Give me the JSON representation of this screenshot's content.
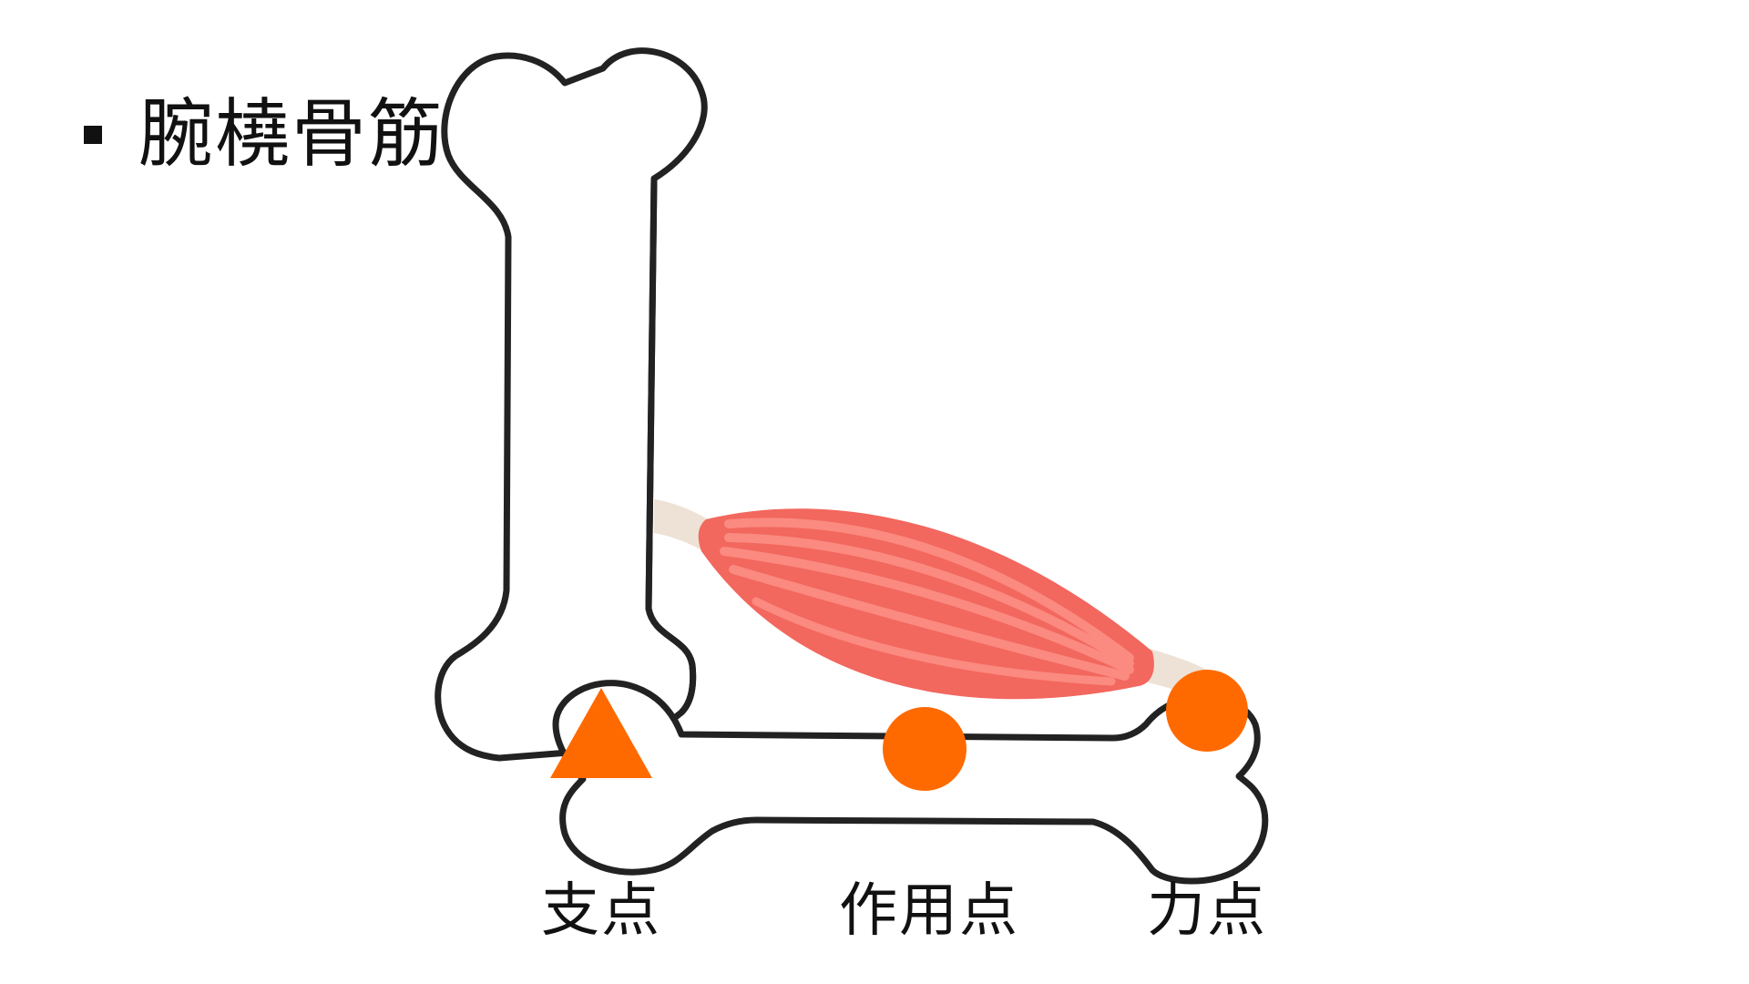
{
  "slide": {
    "title": "腕橈骨筋",
    "bullet_icon": "square-bullet-icon"
  },
  "diagram": {
    "labels": {
      "fulcrum": "支点",
      "load_point": "作用点",
      "effort_point": "力点"
    },
    "colors": {
      "bone_outline": "#222222",
      "bone_fill": "#ffffff",
      "muscle_belly": "#f2675e",
      "muscle_fiber": "#fb8a80",
      "tendon": "#eee2d6",
      "marker": "#ff6a00"
    },
    "icons": {
      "fulcrum": "triangle-icon",
      "load_point": "circle-icon",
      "effort_point": "circle-icon"
    }
  }
}
